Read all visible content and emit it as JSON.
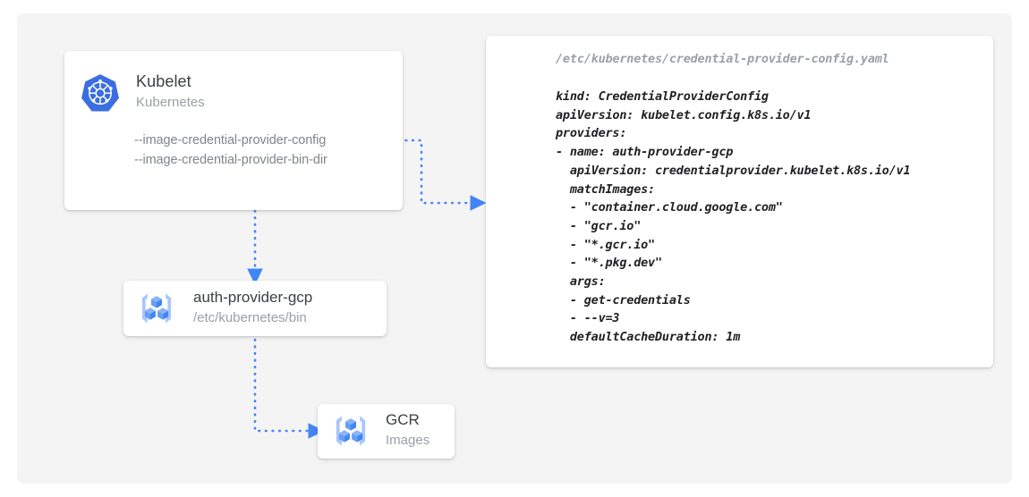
{
  "stage": {
    "background_color": "#f4f4f4",
    "page_background_color": "#ffffff"
  },
  "theme": {
    "accent_blue": "#4285f4",
    "icon_blue_light": "#8ab4f8",
    "text_primary": "#3c4043",
    "text_secondary": "#9aa0a6",
    "text_muted": "#80868b",
    "code_text": "#202124",
    "card_background": "#ffffff"
  },
  "kubelet_card": {
    "icon": "kubernetes-logo-icon",
    "title": "Kubelet",
    "subtitle": "Kubernetes",
    "flags": [
      "--image-credential-provider-config",
      "--image-credential-provider-bin-dir"
    ]
  },
  "auth_provider_card": {
    "icon": "container-registry-icon",
    "title": "auth-provider-gcp",
    "subtitle": "/etc/kubernetes/bin"
  },
  "gcr_card": {
    "icon": "container-registry-icon",
    "title": "GCR",
    "subtitle": "Images"
  },
  "yaml_panel": {
    "file_path": "/etc/kubernetes/credential-provider-config.yaml",
    "code_lines": [
      "kind: CredentialProviderConfig",
      "apiVersion: kubelet.config.k8s.io/v1",
      "providers:",
      "- name: auth-provider-gcp",
      "  apiVersion: credentialprovider.kubelet.k8s.io/v1",
      "  matchImages:",
      "  - \"container.cloud.google.com\"",
      "  - \"gcr.io\"",
      "  - \"*.gcr.io\"",
      "  - \"*.pkg.dev\"",
      "  args:",
      "  - get-credentials",
      "  - --v=3",
      "  defaultCacheDuration: 1m"
    ]
  },
  "connectors": [
    {
      "name": "kubelet-to-yaml-config",
      "from": "kubelet_card",
      "to": "yaml_panel",
      "style": "dotted",
      "color": "#4285f4"
    },
    {
      "name": "kubelet-to-auth-provider",
      "from": "kubelet_card",
      "to": "auth_provider_card",
      "style": "dotted",
      "color": "#4285f4"
    },
    {
      "name": "auth-provider-to-gcr",
      "from": "auth_provider_card",
      "to": "gcr_card",
      "style": "dotted",
      "color": "#4285f4"
    }
  ]
}
